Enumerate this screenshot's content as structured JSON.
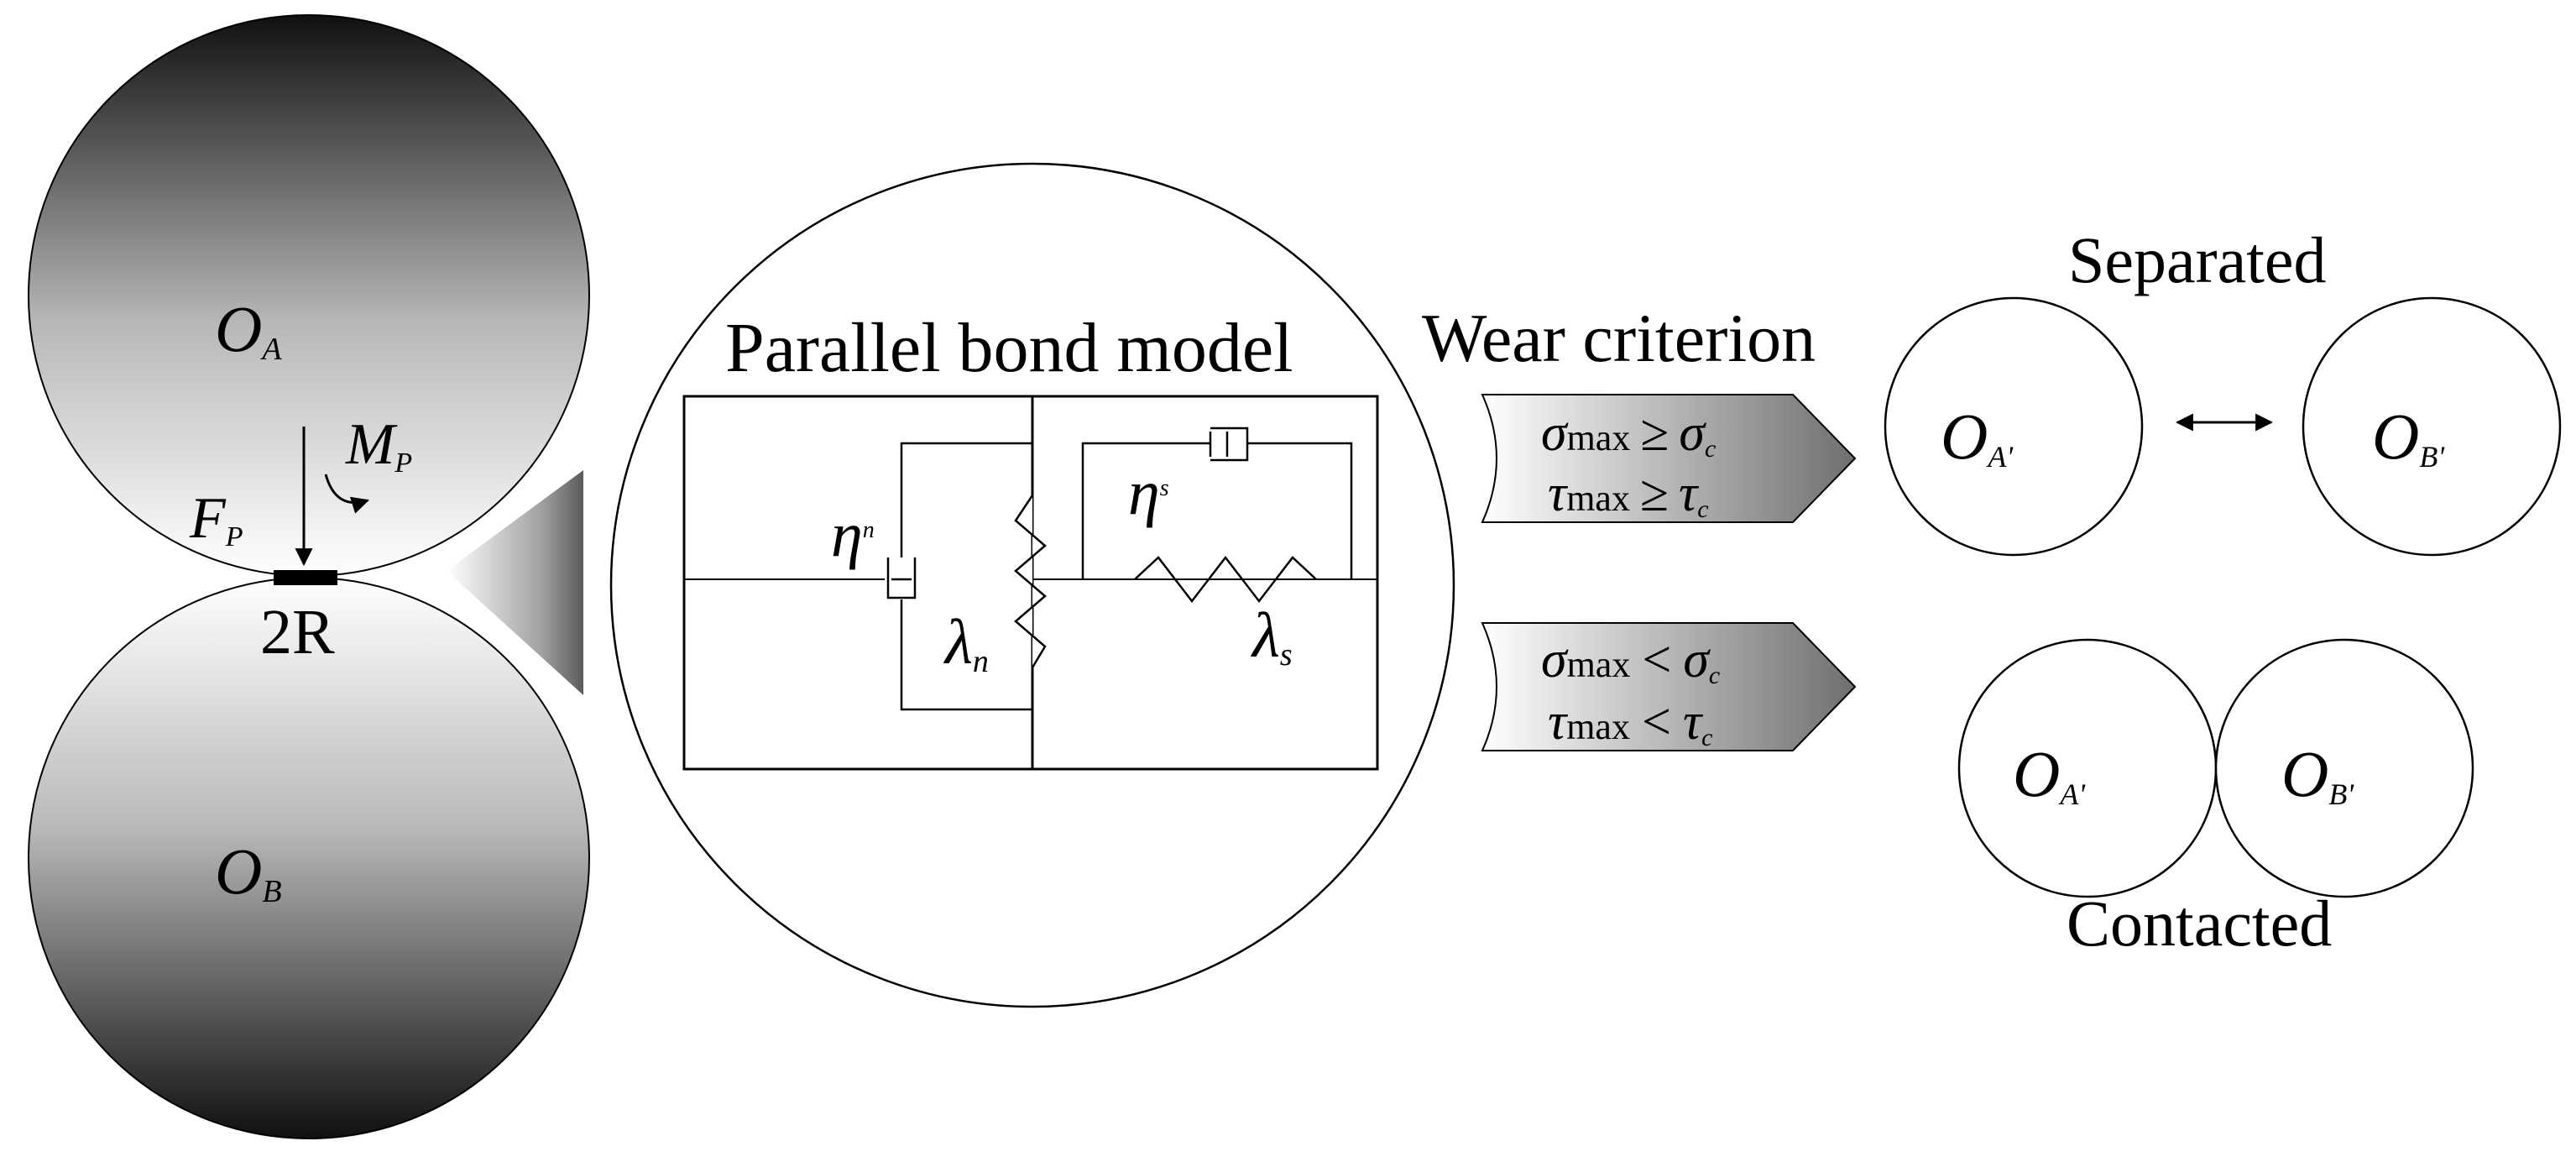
{
  "particles": {
    "upper_label": "O",
    "upper_sub": "A",
    "lower_label": "O",
    "lower_sub": "B",
    "force_label": "F",
    "force_sub": "P",
    "moment_label": "M",
    "moment_sub": "P",
    "bond_width_label": "2R"
  },
  "bond_model": {
    "title": "Parallel bond model",
    "eta_n": "η",
    "eta_n_sub": "n",
    "lambda_n": "λ",
    "lambda_n_sub": "n",
    "eta_s": "η",
    "eta_s_sub": "s",
    "lambda_s": "λ",
    "lambda_s_sub": "s"
  },
  "criterion": {
    "title": "Wear criterion",
    "upper_sigma": "σ",
    "upper_max": "max",
    "upper_op": "≥",
    "upper_sigma_c": "σ",
    "upper_c": "c",
    "upper_tau": "τ",
    "upper_tau_op": "≥",
    "upper_tau_c": "τ",
    "lower_sigma": "σ",
    "lower_max": "max",
    "lower_op": "<",
    "lower_sigma_c": "σ",
    "lower_c": "c",
    "lower_tau": "τ",
    "lower_tau_op": "<",
    "lower_tau_c": "τ"
  },
  "outcomes": {
    "separated_label": "Separated",
    "separated_a": "O",
    "separated_a_sub": "A'",
    "separated_b": "O",
    "separated_b_sub": "B'",
    "contacted_label": "Contacted",
    "contacted_a": "O",
    "contacted_a_sub": "A'",
    "contacted_b": "O",
    "contacted_b_sub": "B'"
  }
}
